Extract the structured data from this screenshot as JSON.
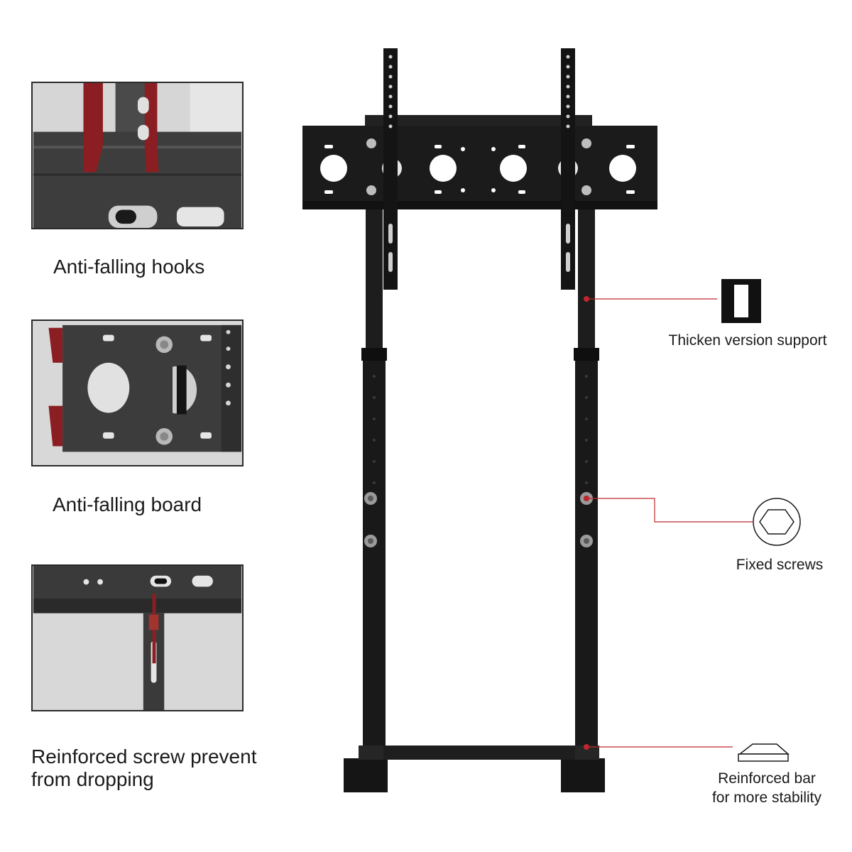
{
  "insets": [
    {
      "caption": "Anti-falling hooks"
    },
    {
      "caption": "Anti-falling board"
    },
    {
      "caption": "Reinforced screw prevent from dropping"
    }
  ],
  "features": [
    {
      "label": "Thicken version support",
      "icon": "rectangle-tube-icon"
    },
    {
      "label": "Fixed screws",
      "icon": "hex-screw-icon"
    },
    {
      "label": "Reinforced bar for more stability",
      "icon": "flat-bar-icon"
    }
  ],
  "colors": {
    "accent": "#c0272d",
    "hook_red": "#8b1e22",
    "metal": "#1c1c1c",
    "panel": "#3a3a3a"
  }
}
